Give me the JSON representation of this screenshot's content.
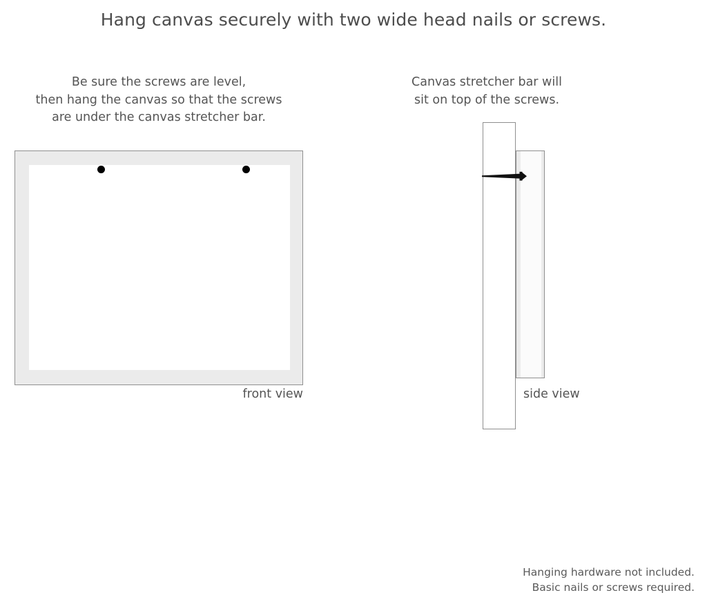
{
  "title": "Hang canvas securely with two wide head nails or screws.",
  "front_panel": {
    "caption_lines": [
      "Be sure the screws are level,",
      "then hang the canvas so that the screws",
      "are under the canvas stretcher bar."
    ],
    "view_label": "front view",
    "screw_count": 2,
    "frame_color": "#ebebeb",
    "canvas_face_color": "#ffffff",
    "outline_color": "#8f8f8f",
    "screw_dot_color": "#000000"
  },
  "side_panel": {
    "caption_lines": [
      "Canvas stretcher bar will",
      "sit on top of the screws."
    ],
    "view_label": "side view",
    "wall_color": "#ffffff",
    "stretcher_bar_color": "#ebebeb",
    "outline_color": "#8f8f8f",
    "screw_color": "#111111"
  },
  "footer_lines": [
    "Hanging hardware not included.",
    "Basic nails or screws required."
  ],
  "text_color": "#555555"
}
